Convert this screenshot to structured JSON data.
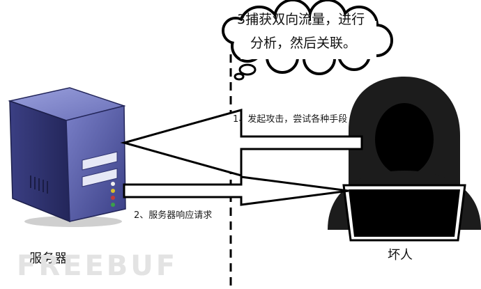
{
  "thought_bubble": {
    "line1": "3捕获双向流量，进行",
    "line2": "分析，然后关联。"
  },
  "arrows": {
    "attack_label": "1、发起攻击，尝试各种手段",
    "response_label": "2、服务器响应请求"
  },
  "nodes": {
    "server_label": "服务器",
    "attacker_label": "坏人"
  },
  "watermark": {
    "text": "FREEBUF"
  },
  "colors": {
    "server_body": "#5a5fa8",
    "server_dark": "#2e3270",
    "attacker_hood": "#1c1c1c",
    "stroke": "#000000",
    "background": "#ffffff"
  }
}
